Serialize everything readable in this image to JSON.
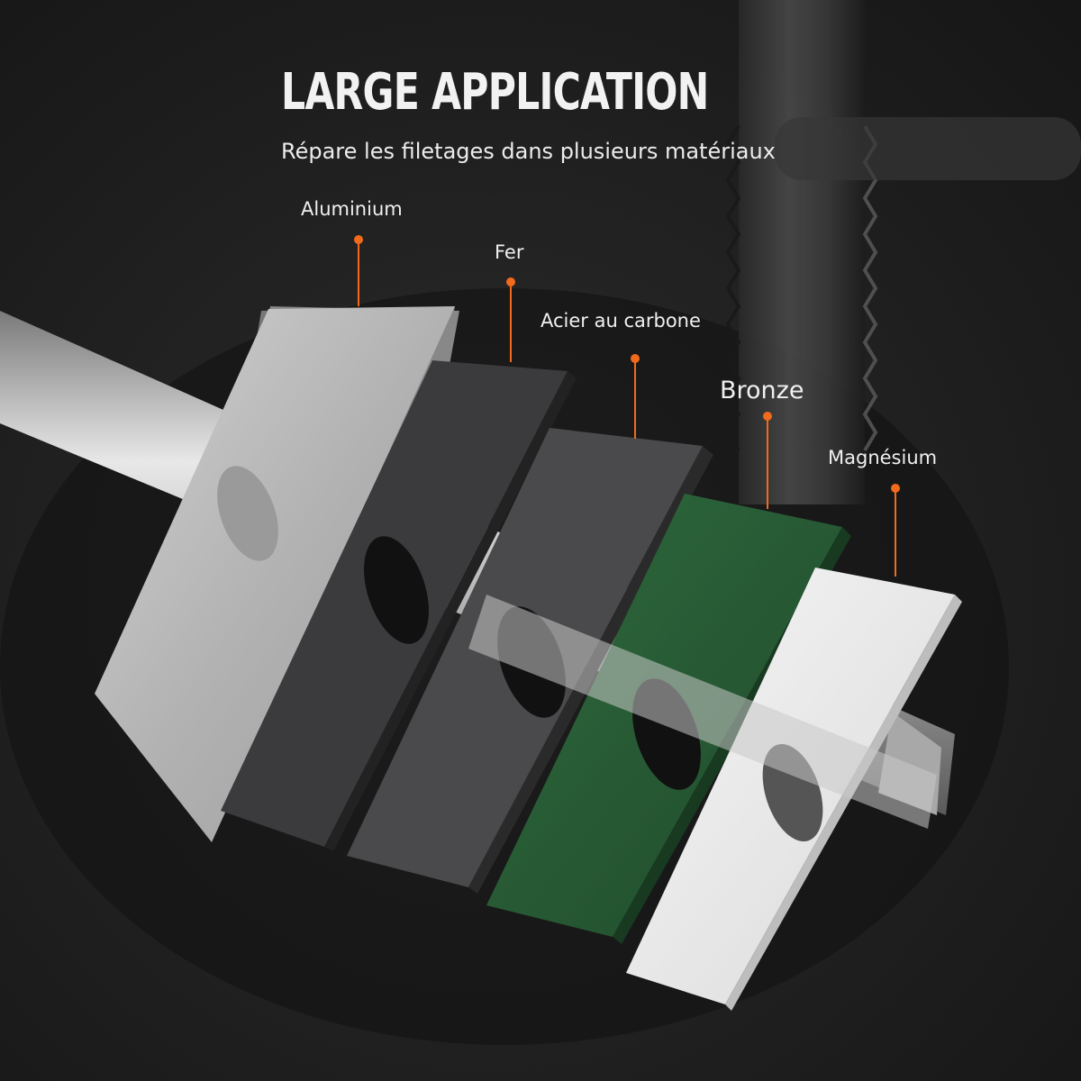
{
  "header": {
    "title": "LARGE APPLICATION",
    "subtitle": "Répare les filetages dans plusieurs matériaux"
  },
  "materials": [
    {
      "label": "Aluminium",
      "swatch": "#b5b5b5"
    },
    {
      "label": "Fer",
      "swatch": "#3e3e40"
    },
    {
      "label": "Acier au carbone",
      "swatch": "#4a4a4c"
    },
    {
      "label": "Bronze",
      "swatch": "#2d5a38"
    },
    {
      "label": "Magnésium",
      "swatch": "#ededed"
    }
  ],
  "colors": {
    "accent": "#f26a1b",
    "background": "#232323"
  }
}
